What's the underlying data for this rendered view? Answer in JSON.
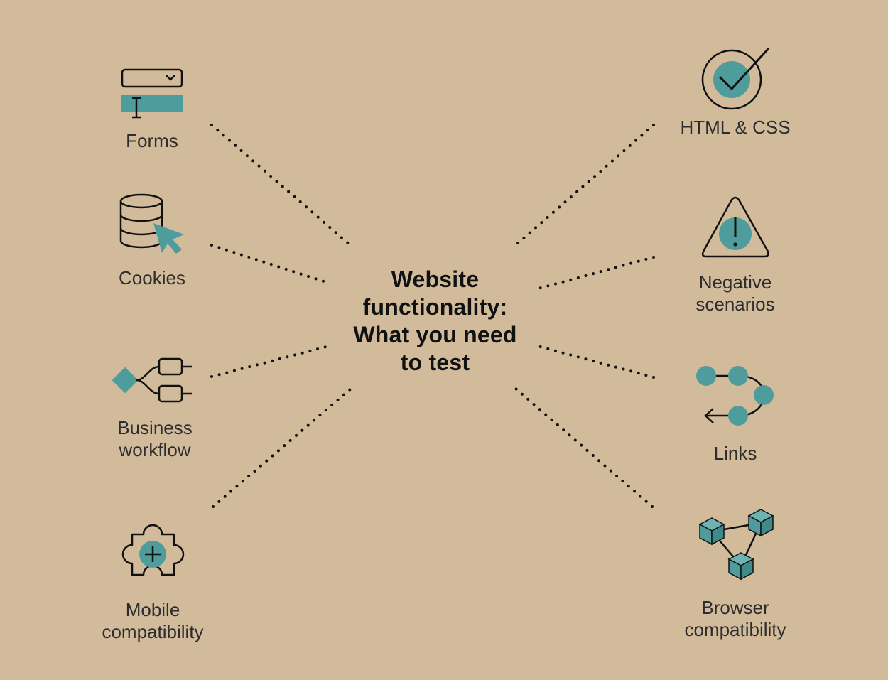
{
  "center": {
    "lines": [
      "Website",
      "functionality:",
      "What you need",
      "to test"
    ]
  },
  "nodes": {
    "forms": {
      "lines": [
        "Forms"
      ],
      "icon": "form-dropdown-icon"
    },
    "cookies": {
      "lines": [
        "Cookies"
      ],
      "icon": "database-cursor-icon"
    },
    "business_workflow": {
      "lines": [
        "Business",
        "workflow"
      ],
      "icon": "workflow-branch-icon"
    },
    "mobile_compatibility": {
      "lines": [
        "Mobile",
        "compatibility"
      ],
      "icon": "puzzle-plus-icon"
    },
    "html_css": {
      "lines": [
        "HTML & CSS"
      ],
      "icon": "checkmark-circle-icon"
    },
    "negative_scenarios": {
      "lines": [
        "Negative",
        "scenarios"
      ],
      "icon": "warning-triangle-icon"
    },
    "links": {
      "lines": [
        "Links"
      ],
      "icon": "linked-dots-icon"
    },
    "browser_compatibility": {
      "lines": [
        "Browser",
        "compatibility"
      ],
      "icon": "connected-cubes-icon"
    }
  },
  "colors": {
    "background": "#d2bb9b",
    "accent": "#4e9c9c",
    "ink": "#111111"
  }
}
